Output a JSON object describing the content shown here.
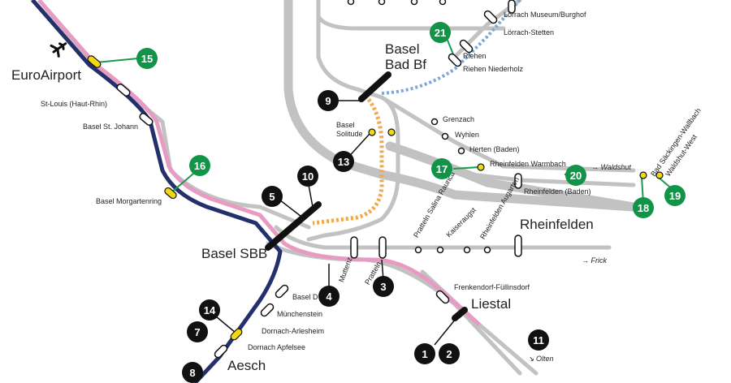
{
  "colors": {
    "s_bahn_gray": "#c2c2c2",
    "pink": "#e89bc2",
    "navy": "#23306c",
    "orange": "#f0a84a",
    "blue_dotted": "#7fa6d6",
    "green_line": "#1a9a4d",
    "black_marker": "#111111",
    "green_marker": "#119447",
    "yellow_station": "#f0d816"
  },
  "icons": {
    "airport": "airplane-icon"
  },
  "places": {
    "euroairport": "EuroAirport",
    "basel_bad_bf_line1": "Basel",
    "basel_bad_bf_line2": "Bad Bf",
    "basel_sbb": "Basel SBB",
    "rheinfelden": "Rheinfelden",
    "liestal": "Liestal",
    "aesch": "Aesch"
  },
  "stations": {
    "st_louis": "St-Louis (Haut-Rhin)",
    "basel_st_johann": "Basel St. Johann",
    "basel_morgartenring": "Basel Morgartenring",
    "basel_solitude": "Basel Solitude",
    "lorrach_museum": "Lörrach Museum/Burghof",
    "lorrach_stetten": "Lörrach-Stetten",
    "riehen": "Riehen",
    "riehen_niederholz": "Riehen Niederholz",
    "grenzach": "Grenzach",
    "wyhlen": "Wyhlen",
    "herten": "Herten (Baden)",
    "rheinfelden_warmbach": "Rheinfelden Warmbach",
    "rheinfelden_baden": "Rheinfelden (Baden)",
    "pratteln_salina": "Pratteln Salina Raurica",
    "kaiseraugst": "Kaiseraugst",
    "rheinfelden_augarten": "Rheinfelden Augarten",
    "bad_sackingen": "Bad Säckingen-Wallbach",
    "waldshut_west": "Waldshut-West",
    "muttenz": "Muttenz",
    "pratteln": "Pratteln",
    "basel_dreispitz": "Basel D",
    "munchenstein": "Münchenstein",
    "dornach_arlesheim": "Dornach-Arlesheim",
    "dornach_apfelsee": "Dornach Apfelsee",
    "frenkendorf": "Frenkendorf-Füllinsdorf"
  },
  "destinations": {
    "waldshut": "→ Waldshut",
    "frick": "→ Frick",
    "olten": "↘ Olten"
  },
  "markers": {
    "m1": "1",
    "m2": "2",
    "m3": "3",
    "m4": "4",
    "m5": "5",
    "m7": "7",
    "m8": "8",
    "m9": "9",
    "m10": "10",
    "m11": "11",
    "m13": "13",
    "m14": "14",
    "m15": "15",
    "m16": "16",
    "m17": "17",
    "m18": "18",
    "m19": "19",
    "m20": "20",
    "m21": "21"
  }
}
